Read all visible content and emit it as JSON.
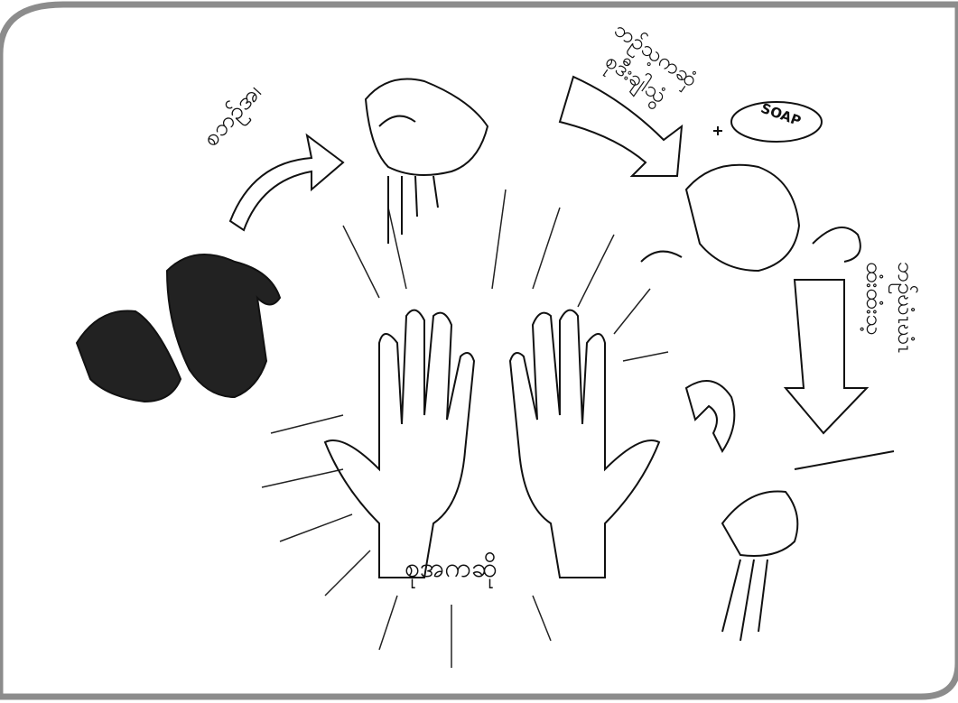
{
  "steps": {
    "left": "စဘဉ်အ၊",
    "top_right_line1": "ဘဉ်သ့ကဆှံ",
    "top_right_line2": "စုဒီးချါသွံ",
    "right_line1": "ထံးထံးသ့",
    "right_line2": "ဘဉ်ဃံၤဃံၤ",
    "center": "စုအကဆို"
  },
  "soap_label": "SOAP"
}
